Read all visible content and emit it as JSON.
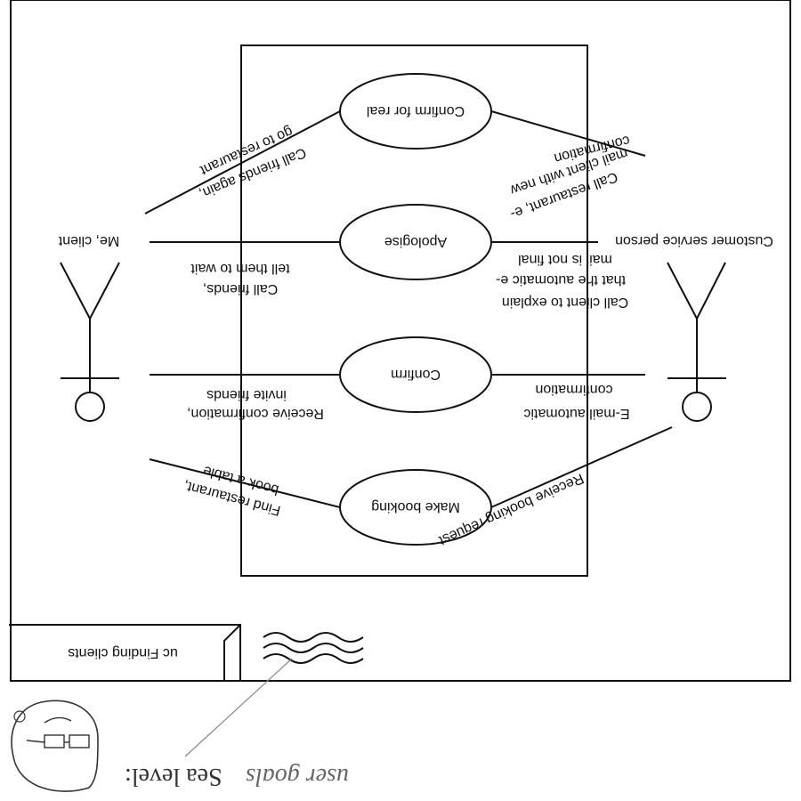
{
  "frame": {
    "title": "uc Finding clients"
  },
  "actors": {
    "left": "Customer service person",
    "right": "Me, client"
  },
  "use_cases": [
    {
      "id": "make-booking",
      "label": "Make booking"
    },
    {
      "id": "confirm",
      "label": "Confirm"
    },
    {
      "id": "apologise",
      "label": "Apologise"
    },
    {
      "id": "confirm-for-real",
      "label": "Confirm for real"
    }
  ],
  "left_annotations": {
    "make_booking": [
      "Receive booking request"
    ],
    "confirm": [
      "E-mail automatic",
      "confirmation"
    ],
    "apologise": [
      "Call client to explain",
      "that the automatic e-",
      "mail is not final"
    ],
    "confirm_for_real": [
      "Call restaurant, e-",
      "mail client with new",
      "confirmation"
    ]
  },
  "right_annotations": {
    "make_booking": [
      "Find restaurant,",
      "book a table"
    ],
    "confirm": [
      "Receive confirmation,",
      "invite friends"
    ],
    "apologise": [
      "Call friends,",
      "tell them to wait"
    ],
    "confirm_for_real": [
      "Call friends again,",
      "go to restaurant"
    ]
  },
  "legend": {
    "label_prefix": "Sea level:",
    "label_value": "user goals",
    "icon": "wave-icon",
    "mascot_icon": "bespectacled-face-icon"
  },
  "colors": {
    "line": "#111111",
    "background": "#ffffff"
  }
}
